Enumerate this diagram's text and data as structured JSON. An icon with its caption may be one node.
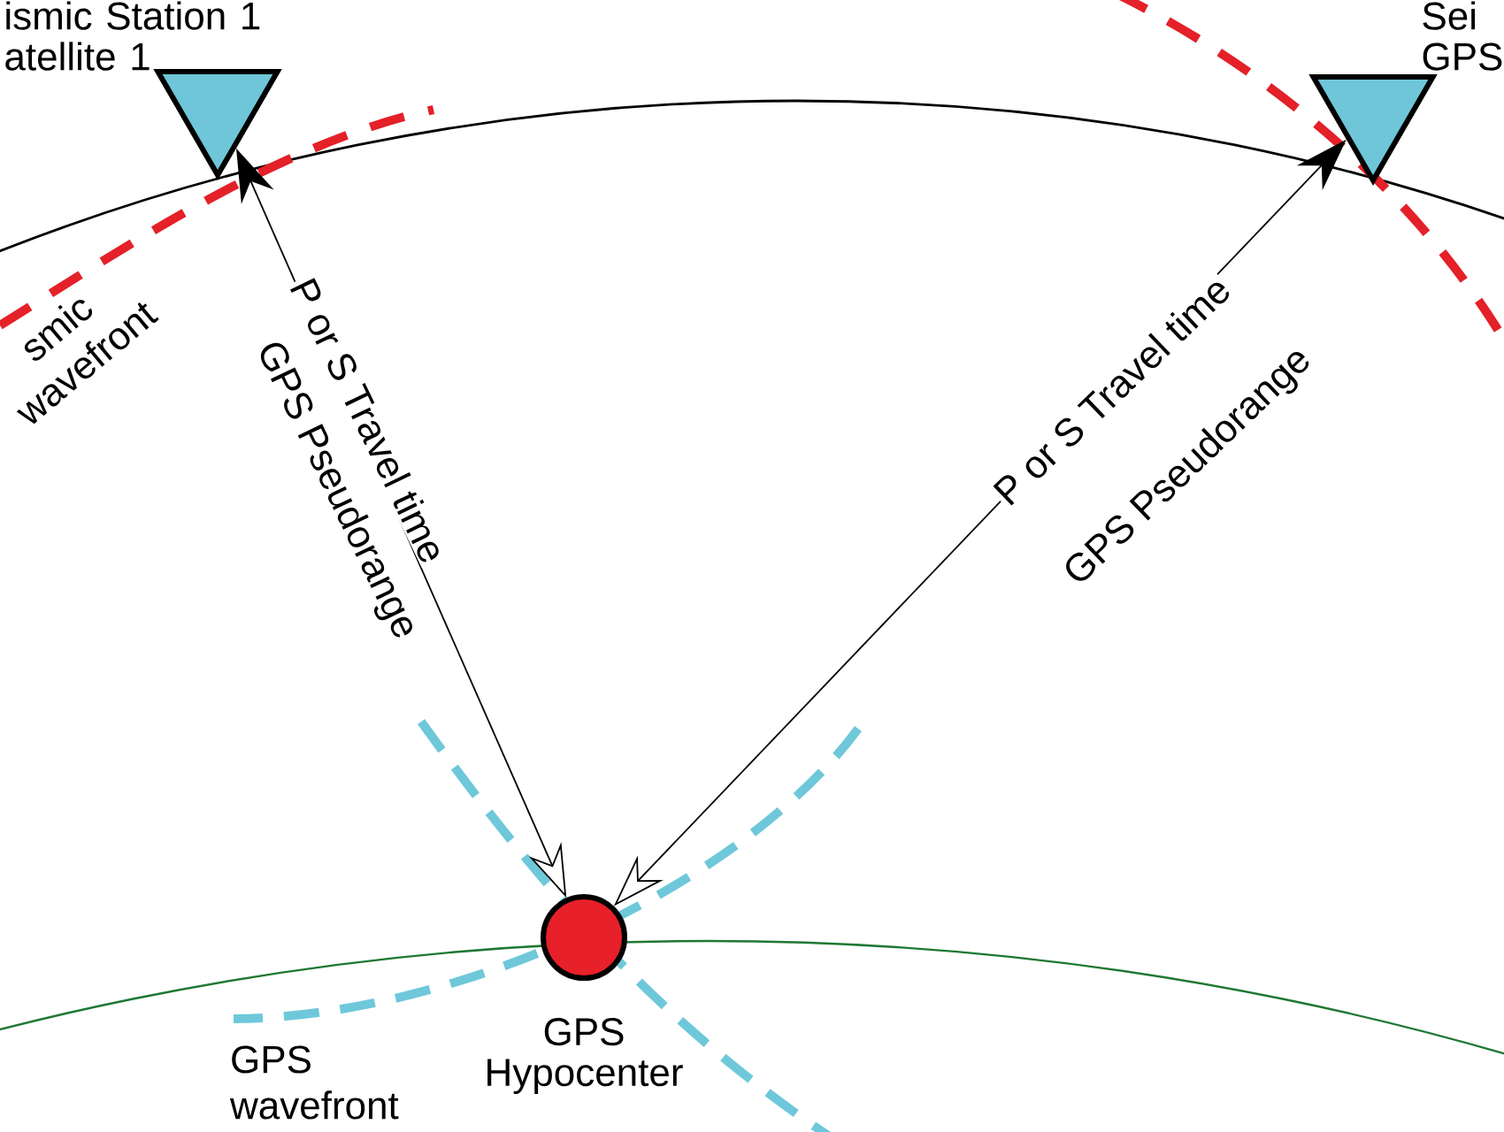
{
  "diagram": {
    "nodes": [
      {
        "text": [
          "ismic Station 1 atellite 1"
        ]
      },
      {
        "text": [
          "Sei GPS"
        ]
      },
      {
        "text": [
          "GPS Hypocenter"
        ]
      }
    ],
    "edges": [
      {
        "from": 2,
        "to": 0,
        "arrow": "both",
        "label": "P or S Travel time"
      },
      {
        "from": 2,
        "to": 1,
        "arrow": "both",
        "label": "P or S Travel time"
      }
    ],
    "labels": [
      "smic wavefront",
      "GPS Pseudorange",
      "GPS Pseudorange",
      "GPS wavefront"
    ]
  }
}
